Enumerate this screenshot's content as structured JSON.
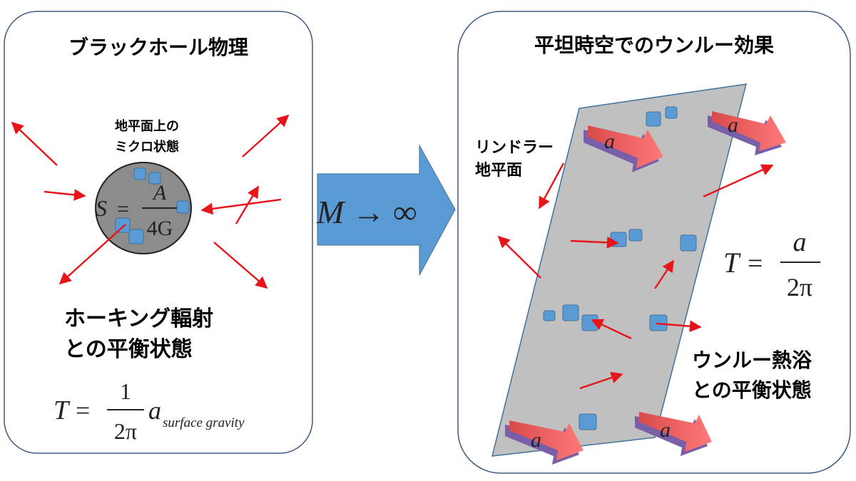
{
  "left_panel": {
    "title": "ブラックホール物理",
    "micro_label_line1": "地平面上の",
    "micro_label_line2": "ミクロ状態",
    "entropy": {
      "lhs": "S",
      "eq": "=",
      "num": "A",
      "den": "4G"
    },
    "equilibrium_line1": "ホーキング輻射",
    "equilibrium_line2": "との平衡状態",
    "temperature": {
      "lhs": "T",
      "eq": "=",
      "num": "1",
      "den": "2π",
      "var": "a",
      "subscript": "surface gravity"
    }
  },
  "center": {
    "limit": "M → ∞"
  },
  "right_panel": {
    "title": "平坦時空でのウンルー効果",
    "horizon_line1": "リンドラー",
    "horizon_line2": "地平面",
    "accel_label": "a",
    "temperature": {
      "lhs": "T",
      "eq": "=",
      "num": "a",
      "den": "2π"
    },
    "bath_line1": "ウンルー熱浴",
    "bath_line2": "との平衡状態"
  },
  "colors": {
    "panel_border": "#3c5a82",
    "arrow_red": "#e8141c",
    "square_blue": "#5b9bd5",
    "big_arrow_blue": "#5b9bd5",
    "plane_gray": "#c0c0c0",
    "bh_gray": "#8c8c8c"
  }
}
